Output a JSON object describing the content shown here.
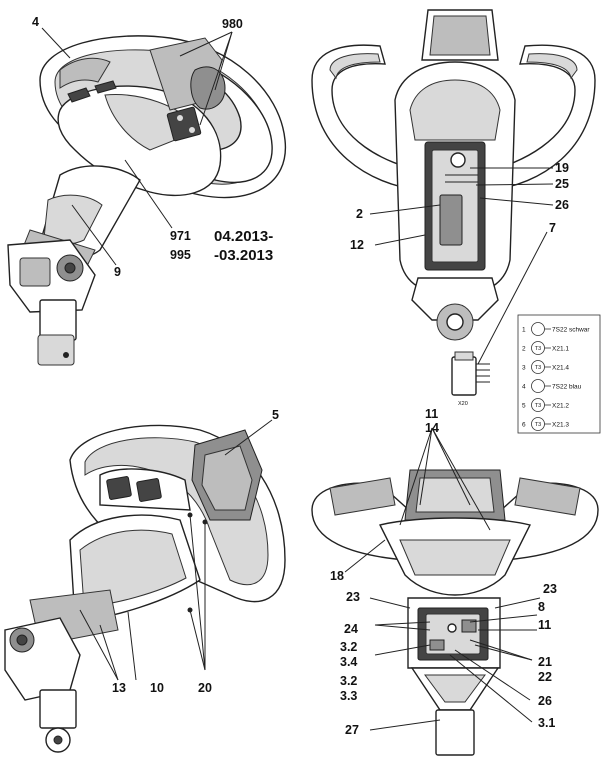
{
  "labels": {
    "l4": "4",
    "l980": "980",
    "l971": "971",
    "l995": "995",
    "l9": "9",
    "date1": "04.2013-",
    "date2": "-03.2013",
    "l19": "19",
    "l25": "25",
    "l2": "2",
    "l26a": "26",
    "l12": "12",
    "l7": "7",
    "l5": "5",
    "l13": "13",
    "l10": "10",
    "l20": "20",
    "l11a": "11",
    "l14": "14",
    "l18": "18",
    "l23a": "23",
    "l23b": "23",
    "l8": "8",
    "l24": "24",
    "l11b": "11",
    "l32a": "3.2",
    "l34": "3.4",
    "l32b": "3.2",
    "l33": "3.3",
    "l21": "21",
    "l22": "22",
    "l26b": "26",
    "l31": "3.1",
    "l27": "27"
  },
  "connector": {
    "name": "X20",
    "rows": [
      {
        "pin": "1",
        "symbol": "",
        "text": "7S22 schwar"
      },
      {
        "pin": "2",
        "symbol": "T3",
        "text": "X21.1"
      },
      {
        "pin": "3",
        "symbol": "T3",
        "text": "X21.4"
      },
      {
        "pin": "4",
        "symbol": "",
        "text": "7S22 blau"
      },
      {
        "pin": "5",
        "symbol": "T3",
        "text": "X21.2"
      },
      {
        "pin": "6",
        "symbol": "T3",
        "text": "X21.3"
      }
    ]
  }
}
